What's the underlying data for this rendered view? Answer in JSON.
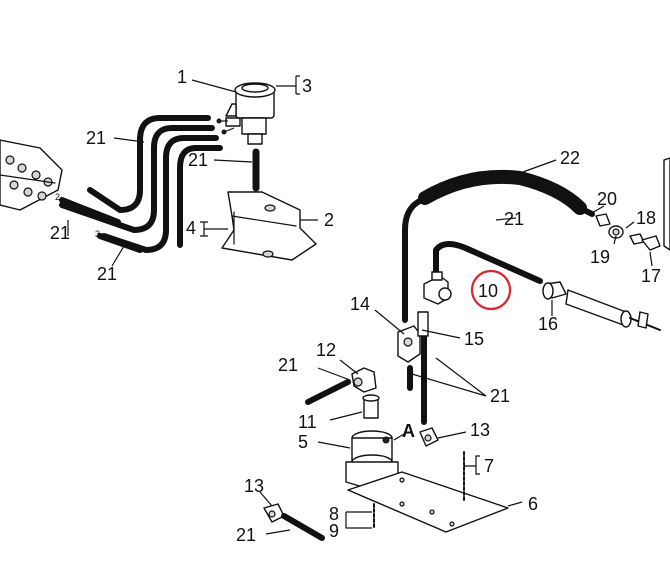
{
  "labels": {
    "p1": "1",
    "p2": "2",
    "p3": "3",
    "p4": "4",
    "p5": "5",
    "p6": "6",
    "p7": "7",
    "p8": "8",
    "p9": "9",
    "p10": "10",
    "p11": "11",
    "p12": "12",
    "p13a": "13",
    "p13b": "13",
    "p14": "14",
    "p15": "15",
    "p16": "16",
    "p17": "17",
    "p18": "18",
    "p19": "19",
    "p20": "20",
    "p21_a": "21",
    "p21_b": "21",
    "p21_c": "21",
    "p21_d": "21",
    "p21_e": "21",
    "p21_f": "21",
    "p21_g": "21",
    "p21_h": "21",
    "p22": "22",
    "viewA": "A",
    "tube2": "2",
    "tube3": "3"
  },
  "highlight_color": "#d9262c"
}
